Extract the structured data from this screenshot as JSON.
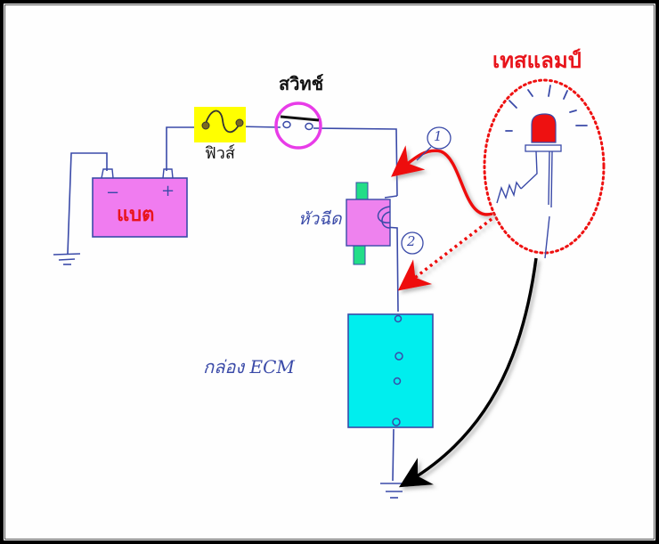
{
  "diagram": {
    "title": "Injector circuit test with test lamp",
    "colors": {
      "wire": "#3a4aa8",
      "battery_fill": "#f07cf0",
      "fuse_highlight": "#ffff00",
      "switch_ring": "#e83ce8",
      "injector_fill": "#ee82ee",
      "injector_nozzle": "#22dd88",
      "ecm_fill": "#00eeee",
      "lamp_red": "#ee1111",
      "arrow_red": "#ee1111",
      "arrow_black": "#000000"
    },
    "labels": {
      "test_lamp": "เทสแลมป์",
      "switch": "สวิทช์",
      "fuse": "ฟิวส์",
      "battery": "แบต",
      "injector": "หัวฉีด",
      "ecm_box": "กล่อง ECM",
      "battery_minus": "−",
      "battery_plus": "+",
      "point_1": "1",
      "point_2": "2"
    },
    "components": [
      {
        "id": "battery",
        "label": "แบต"
      },
      {
        "id": "fuse",
        "label": "ฟิวส์"
      },
      {
        "id": "switch",
        "label": "สวิทช์"
      },
      {
        "id": "injector",
        "label": "หัวฉีด"
      },
      {
        "id": "ecm",
        "label": "กล่อง ECM"
      },
      {
        "id": "test-lamp",
        "label": "เทสแลมป์"
      },
      {
        "id": "ground-battery"
      },
      {
        "id": "ground-ecm"
      }
    ],
    "connections": [
      {
        "from": "battery+",
        "to": "fuse"
      },
      {
        "from": "fuse",
        "to": "switch"
      },
      {
        "from": "switch",
        "to": "injector"
      },
      {
        "from": "injector",
        "to": "ecm"
      },
      {
        "from": "ecm",
        "to": "ground-ecm"
      },
      {
        "from": "battery-",
        "to": "ground-battery"
      },
      {
        "from": "test-lamp",
        "to": "point_1",
        "style": "solid red arrow"
      },
      {
        "from": "test-lamp",
        "to": "point_2",
        "style": "dotted red arrow"
      },
      {
        "from": "test-lamp",
        "to": "ground-ecm",
        "style": "solid black arrow"
      }
    ]
  }
}
